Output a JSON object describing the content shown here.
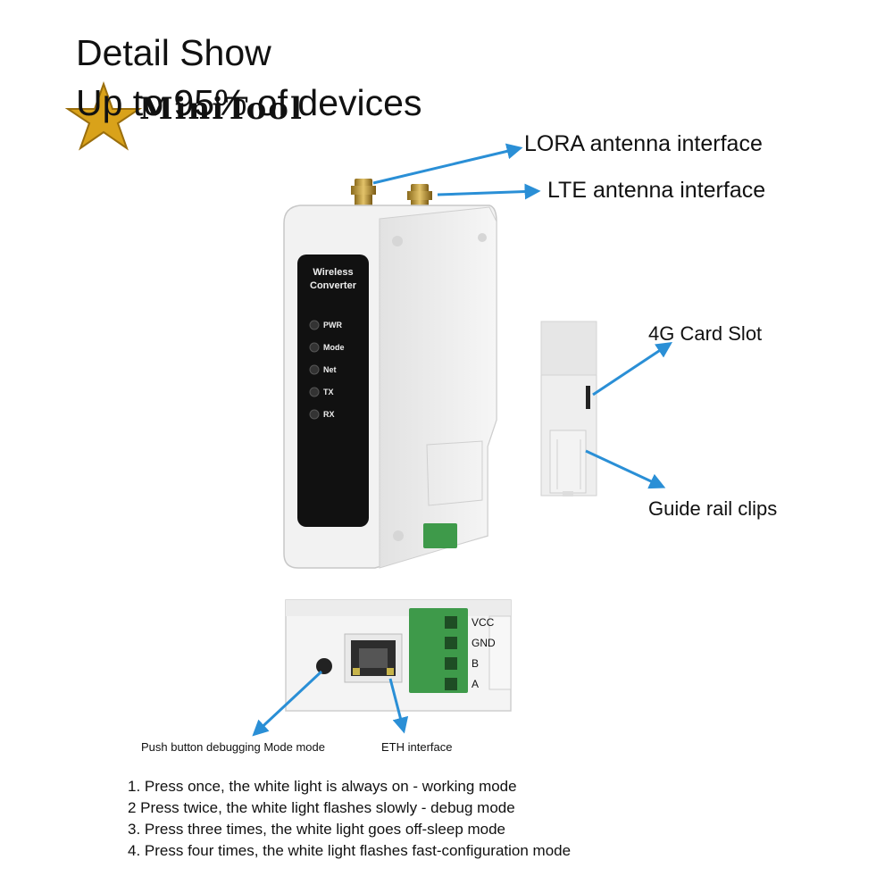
{
  "header": {
    "title": "Detail Show",
    "subtitle": "Up to 95% of devices",
    "watermark": "MiniTool"
  },
  "callouts": {
    "lora": "LORA antenna interface",
    "lte": "LTE antenna interface",
    "card_slot": "4G Card Slot",
    "rail_clips": "Guide rail clips",
    "push_button": "Push button debugging Mode mode",
    "eth": "ETH interface"
  },
  "device": {
    "panel_title_line1": "Wireless",
    "panel_title_line2": "Converter",
    "leds": [
      "PWR",
      "Mode",
      "Net",
      "TX",
      "RX"
    ]
  },
  "terminals": [
    "VCC",
    "GND",
    "B",
    "A"
  ],
  "instructions": [
    "1. Press once, the white light is always on - working mode",
    "2 Press twice, the white light flashes slowly - debug mode",
    "3. Press three times, the white light goes off-sleep mode",
    "4. Press four times, the white light flashes fast-configuration mode"
  ],
  "colors": {
    "arrow": "#2a8fd6",
    "panel": "#111111",
    "terminal": "#3e9a4a",
    "housing": "#ececec"
  }
}
